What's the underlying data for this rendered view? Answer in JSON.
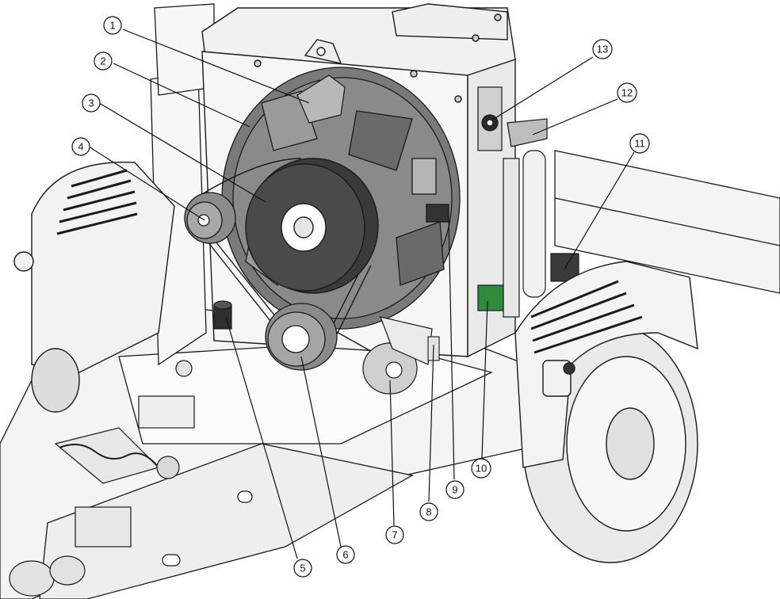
{
  "colors": {
    "line": "#1a1a1a",
    "frame_fill": "#f2f2f2",
    "dark_part": "#3a3a3a",
    "mid_part": "#6f6f6f",
    "light_part": "#bdbdbd",
    "pcb_green": "#2e8b3e",
    "tire": "#e9e9e9"
  },
  "callouts": [
    {
      "id": "1",
      "label": "1"
    },
    {
      "id": "2",
      "label": "2"
    },
    {
      "id": "3",
      "label": "3"
    },
    {
      "id": "4",
      "label": "4"
    },
    {
      "id": "5",
      "label": "5"
    },
    {
      "id": "6",
      "label": "6"
    },
    {
      "id": "7",
      "label": "7"
    },
    {
      "id": "8",
      "label": "8"
    },
    {
      "id": "9",
      "label": "9"
    },
    {
      "id": "10",
      "label": "10"
    },
    {
      "id": "11",
      "label": "11"
    },
    {
      "id": "12",
      "label": "12"
    },
    {
      "id": "13",
      "label": "13"
    }
  ]
}
